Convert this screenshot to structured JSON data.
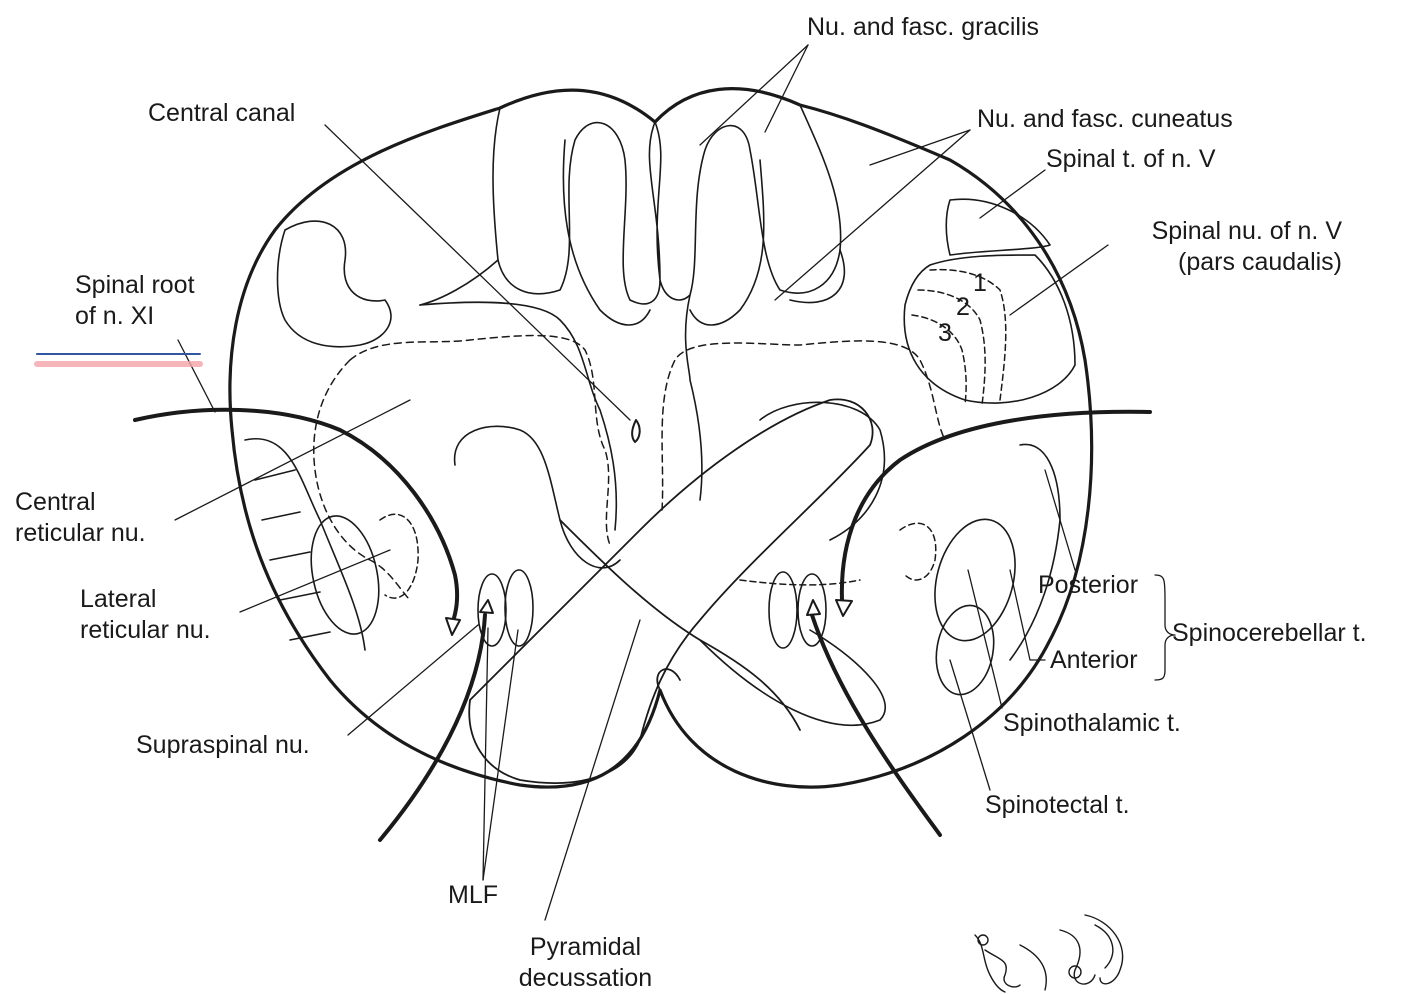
{
  "labels": {
    "gracilis": "Nu. and fasc. gracilis",
    "central_canal": "Central canal",
    "cuneatus": "Nu. and fasc. cuneatus",
    "spinal_t_v": "Spinal t. of n. V",
    "spinal_nu_v_line1": "Spinal nu. of n. V",
    "spinal_nu_v_line2": "(pars caudalis)",
    "spinal_root_line1": "Spinal root",
    "spinal_root_line2": "of n. XI",
    "central_ret_line1": "Central",
    "central_ret_line2": "reticular nu.",
    "lateral_ret_line1": "Lateral",
    "lateral_ret_line2": "reticular nu.",
    "posterior": "Posterior",
    "anterior": "Anterior",
    "spinocerebellar": "Spinocerebellar t.",
    "spinothalamic": "Spinothalamic t.",
    "supraspinal": "Supraspinal nu.",
    "spinotectal": "Spinotectal t.",
    "mlf": "MLF",
    "pyramidal_line1": "Pyramidal",
    "pyramidal_line2": "decussation"
  },
  "lamina_numbers": [
    "1",
    "2",
    "3"
  ],
  "colors": {
    "ink": "#1a1a1a",
    "annotation_blue": "#2f55a4",
    "annotation_pink": "#f4a3a8"
  }
}
